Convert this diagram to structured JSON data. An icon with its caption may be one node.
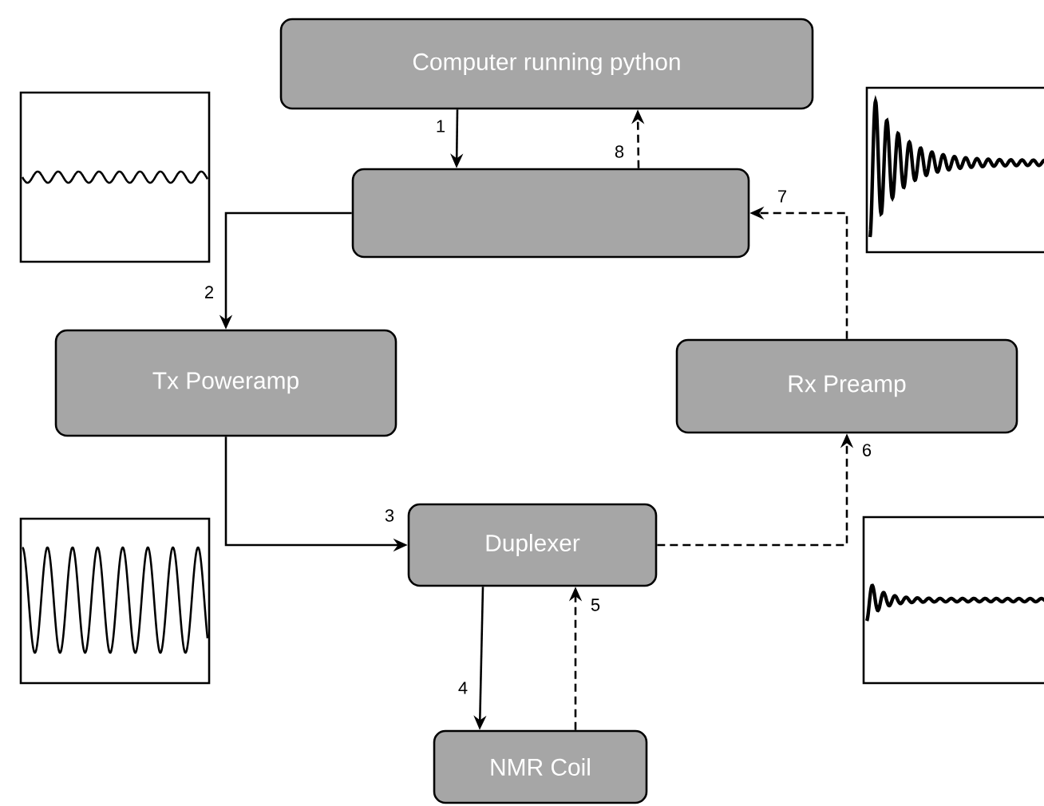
{
  "diagram": {
    "nodes": [
      {
        "text": [
          "Computer running python"
        ]
      },
      {
        "text": [],
        "shape": "box"
      },
      {
        "text": [
          "Tx Poweramp"
        ]
      },
      {
        "text": [
          "Rx Preamp"
        ]
      },
      {
        "text": [
          "Duplexer"
        ]
      },
      {
        "text": [
          "NMR Coil"
        ]
      }
    ],
    "edges": [
      {
        "from": 0,
        "to": 1,
        "arrow": "to",
        "label": "1"
      },
      {
        "from": 1,
        "to": 2,
        "arrow": "to",
        "label": "2"
      },
      {
        "from": 2,
        "to": 4,
        "arrow": "to",
        "label": "3"
      },
      {
        "from": 4,
        "to": 5,
        "arrow": "to",
        "label": "4"
      },
      {
        "from": 5,
        "to": 4,
        "arrow": "to",
        "label": "5",
        "style": "dashed"
      },
      {
        "from": 4,
        "to": 3,
        "arrow": "to",
        "label": "6",
        "style": "dashed"
      },
      {
        "from": 3,
        "to": 1,
        "arrow": "to",
        "label": "7",
        "style": "dashed"
      },
      {
        "from": 1,
        "to": 0,
        "arrow": "to",
        "label": "8",
        "style": "dashed"
      }
    ]
  }
}
